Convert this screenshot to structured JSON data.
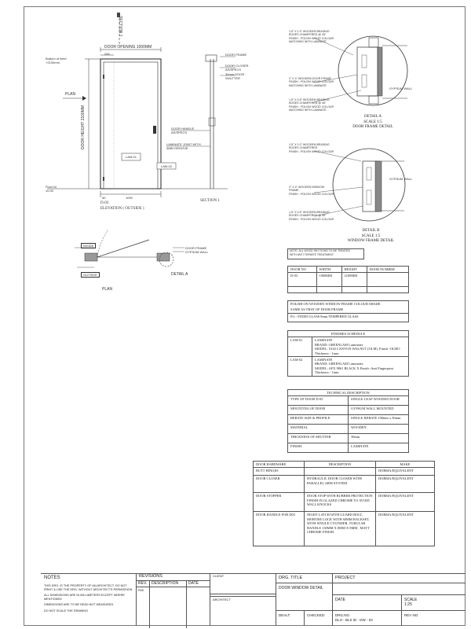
{
  "elevation": {
    "door_opening": "DOOR OPENING 1000MM",
    "dim_200": "200",
    "bottom_lintel": [
      "Bottom of lintel",
      "+2100mm"
    ],
    "door_height": "DOOR HEIGHT 2100MM",
    "plan": "PLAN",
    "lam01": "LAM-01",
    "lam02": "LAM-02",
    "floor_lvl": [
      "Floor lvl",
      "±0.00"
    ],
    "dim_50": "50",
    "dim_1000": "1000",
    "door_code": "D-03",
    "title": "ELEVATION ( OUTSIDE )",
    "section_label": "SECTION 1",
    "section_marker": "SECTION 1",
    "callouts": {
      "door_frame": "DOOR FRAME",
      "door_closer": [
        "DOOR CLOSER",
        "AS/SPECS"
      ],
      "shutter": [
        "30mm DOOR",
        "SHUTTER"
      ],
      "handle": [
        "DOOR HANDLE",
        "AS/SPECS"
      ],
      "laminate_joint": [
        "LAMINATE JOINT WITH",
        "3MM GROOVE"
      ]
    }
  },
  "plan": {
    "inside": "INSIDE",
    "outside": "OUTSIDE",
    "door_frame": "DOOR FRAME",
    "gypsum_wall": "GYPSUM WALL",
    "detail_a": "DETAIL A",
    "title": "PLAN"
  },
  "detail_a": {
    "notes": [
      [
        "1.5\" X 1.0\" WOODEN BEADING",
        "EDGES CHAMFERED @ 45°",
        "FINISH - POLISH WOOD COLOUR",
        "MATCHING WITH LAMINATE"
      ],
      [
        "2\" X 4\" WOODEN DOOR FRAME",
        "FINISH - POLISH WOOD COLOUR",
        "MATCHING WITH LAMINATE"
      ],
      [
        "1.5\" X 0.5\" WOODEN BEADING",
        "EDGES CHAMFERED @ 45°",
        "FINISH - POLISH WOOD COLOUR",
        "MATCHING WITH LAMINATE"
      ]
    ],
    "gypsum": "GYPSUM WALL",
    "caption": [
      "DETAIL A",
      "SCALE 1:5",
      "DOOR FRAME DETAIL"
    ]
  },
  "detail_b": {
    "notes": [
      [
        "1.5\" X 1.0\" WOODEN BEADING",
        "EDGES CHAMFERED",
        "FINISH - POLISH WOOD COLOUR"
      ],
      [
        "2\" X 4\" WOODEN WINDOW",
        "FRAME",
        "FINISH - POLISH WOOD COLOUR"
      ],
      [
        "1.5\" X 0.5\" WOODEN BEADING",
        "EDGES CHAMFERED @ 45°",
        "FINISH - POLISH WOOD COLOUR"
      ]
    ],
    "gypsum": "GYPSUM WALL",
    "caption": [
      "DETAIL B",
      "SCALE 1:5",
      "WINDOW FRAME DETAIL"
    ]
  },
  "note_box": [
    "NOTE: ALL WOOD SECTIONS TO BE TREATED",
    "WITH ANTI TERMITE TREATMENT"
  ],
  "door_table": {
    "headers": [
      "DOOR NO",
      "WIDTH",
      "HEIGHT",
      "DOOR NUMBER"
    ],
    "row": [
      "D-03",
      "1000MM",
      "2100MM",
      ""
    ]
  },
  "polish_box": {
    "line1": "POLISH ON WOODEN WINDOW FRAME COLOUR SHADE",
    "line2": "SAME AS THAT OF DOOR FRAME",
    "line3": "FG - FIXED GLASS 8mm TEMPERED GLASS"
  },
  "finishes": {
    "title": "FINISHES SCHEDULE",
    "rows": [
      {
        "code": "LAM 01",
        "lines": [
          "LAMINATE",
          "BRAND: GREENLAM Laminates",
          "MODEL: 5334 CANYON WALNUT (OLM), Finish -OLMO",
          "Thickness - 1mm"
        ]
      },
      {
        "code": "LAM 02",
        "lines": [
          "LAMINATE",
          "BRAND: GREENLAM Laminates",
          "MODEL: AFX 9861 BLACK X  Finish -Anti Fingerprint",
          "Thickness - 1mm"
        ]
      }
    ]
  },
  "technical": {
    "title": "TECHNICAL DESCRIPTION",
    "rows": [
      [
        "TYPE OF DOOR D-03",
        "SINGLE LEAF WOODEN DOOR"
      ],
      [
        "MOUNTING OF DOOR",
        "GYPSUM WALL MOUNTED"
      ],
      [
        "REBATE SIZE & PROFILE",
        "SINGLE REBATE 100mm x 50mm"
      ],
      [
        "MATERIAL",
        "WOODEN"
      ],
      [
        "THICKNESS OF SHUTTER",
        "30mm"
      ],
      [
        "FINISH",
        "LAMINATE"
      ]
    ]
  },
  "hardware": {
    "headers": [
      "DOOR HARDWARE",
      "DESCRIPTION",
      "MAKE"
    ],
    "rows": [
      {
        "item": "BUTT HINGES",
        "desc": "",
        "make": "DORMA/EQUIVALENT"
      },
      {
        "item": "DOOR CLOSER",
        "desc": "HYDRAULIC DOOR CLOSER WITH PARALLEL ARM SYSTEM",
        "make": "DORMA/EQUIVALENT"
      },
      {
        "item": "DOOR STOPPER",
        "desc": "DOOR STOP WITH RUBBER PROTECTION FINISH IN GLAZED CHROME TO AVOID WALL KNOCKS",
        "make": "DORMA/EQUIVALENT"
      },
      {
        "item": "DOOR HANDLE FOR D03",
        "desc": "NIGHT LATCH WITH GUARD BOLT, MORTISE LOCK WITH 60MM BACKSET, WITH SINGLE CYLINDER, TUBULAR HANDLE 130MM X 8MM X 8MM , MATT CHROME FINISH",
        "make": "DORMA/EQUIVALENT"
      }
    ]
  },
  "title_block": {
    "notes_title": "NOTES",
    "notes": [
      "THIS DRG. IS THE PROPERTY OF AN ARCHITECT. DO NOT PRINT & USE THE DRG. WITHOUT ARCHITECT'S PERMISSION",
      "ALL DIMENSIONS ARE IN MILLIMETERS EXCEPT WHERE MENTIONED",
      "DIMENSIONS ARE TO BE READ NOT MEASURED.",
      "DO NOT SCALE THE DRAWING"
    ],
    "revisions_title": "REVISIONS",
    "rev_headers": [
      "REV.",
      "DESCRIPTION",
      "DATE"
    ],
    "rev_row": [
      "R00",
      "",
      ""
    ],
    "client": "CLIENT",
    "architect": "ARCHITECT",
    "drg_title_label": "DRG. TITLE",
    "project_label": "PROJECT",
    "drg_title_value": "DOOR WINDOW DETAIL",
    "date_label": "DATE",
    "scale_label": "SCALE",
    "scale_value": "1:25",
    "dealt": "DEALT:",
    "checked": "CHECKED:",
    "drg_no_label": "DRG.NO",
    "drg_no_value": "DLH - BLS ID - DW - 03",
    "rev_no": "REV NO."
  }
}
